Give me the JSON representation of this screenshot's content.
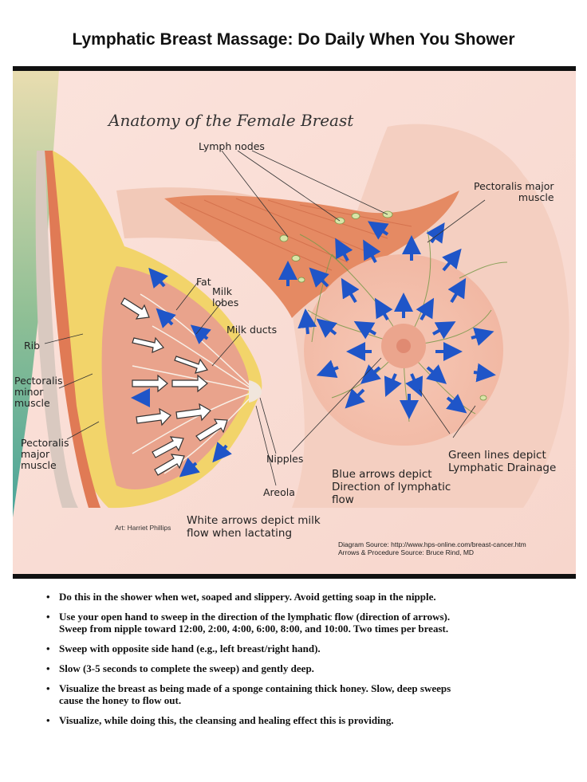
{
  "header": {
    "title": "Lymphatic Breast Massage:  Do Daily When You Shower"
  },
  "figure": {
    "anatomy_title": "Anatomy of the Female Breast",
    "labels": {
      "lymph_nodes": "Lymph nodes",
      "pectoralis_major_right": "Pectoralis major\nmuscle",
      "fat": "Fat",
      "milk_lobes": "Milk\nlobes",
      "milk_ducts": "Milk ducts",
      "rib": "Rib",
      "pectoralis_minor": "Pectoralis\nminor\nmuscle",
      "pectoralis_major_left": "Pectoralis\nmajor\nmuscle",
      "nipples": "Nipples",
      "areola": "Areola",
      "white_arrows": "White arrows depict milk\nflow when lactating",
      "blue_arrows": "Blue arrows depict\nDirection of lymphatic\nflow",
      "green_lines": "Green lines depict\nLymphatic Drainage"
    },
    "credit": "Art: Harriet Phillips",
    "source": "Diagram Source: http://www.hps-online.com/breast-cancer.htm\nArrows & Procedure Source: Bruce Rind, MD",
    "colors": {
      "skin": "#f6d2c4",
      "muscle": "#e07a55",
      "fat": "#f2d46a",
      "arrow_blue": "#1f55c8",
      "arrow_white": "#ffffff",
      "lymph_green": "#7a9a4a"
    }
  },
  "instructions": [
    "Do this in the shower when wet, soaped and slippery.  Avoid getting soap in the nipple.",
    "Use your open hand to sweep in the direction of the lymphatic flow (direction of arrows).\n Sweep from nipple toward 12:00, 2:00, 4:00, 6:00, 8:00, and 10:00.  Two times per breast.",
    "Sweep with opposite side hand (e.g., left breast/right hand).",
    "Slow (3-5 seconds to complete the sweep) and gently deep.",
    "Visualize the breast as being made of a sponge containing thick honey.  Slow, deep sweeps\n cause the honey to flow out.",
    "Visualize, while doing this, the cleansing and healing effect this is providing."
  ],
  "bullet": "•"
}
